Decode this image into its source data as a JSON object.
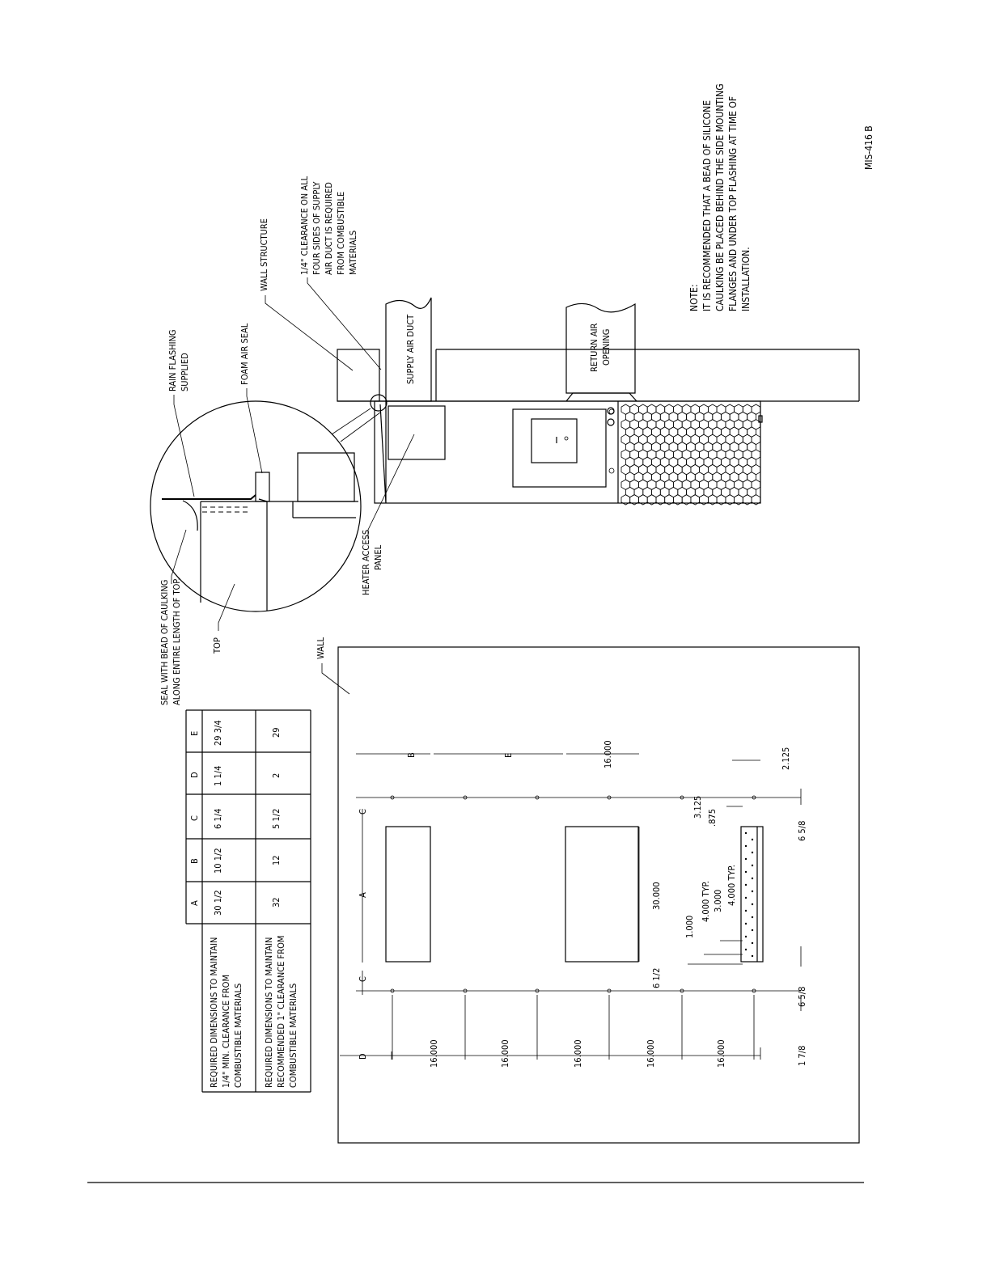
{
  "drawing_id": "MIS-416 B",
  "note": {
    "lines": [
      "NOTE:",
      "IT IS RECOMMENDED THAT A BEAD OF SILICONE",
      "CAULKING BE PLACED BEHIND THE SIDE MOUNTING",
      "FLANGES AND UNDER TOP FLASHING AT TIME OF",
      "INSTALLATION."
    ]
  },
  "callouts": {
    "clearance": [
      "1/4\" CLEARANCE ON ALL",
      "FOUR SIDES OF SUPPLY",
      "AIR DUCT IS REQUIRED",
      "FROM COMBUSTIBLE",
      "MATERIALS"
    ],
    "wall_structure": "WALL STRUCTURE",
    "foam_air_seal": "FOAM AIR SEAL",
    "rain_flashing": [
      "RAIN FLASHING",
      "SUPPLIED"
    ],
    "seal_caulking": [
      "SEAL WITH BEAD OF CAULKING",
      "ALONG ENTIRE LENGTH OF TOP."
    ],
    "top": "TOP",
    "heater_access": [
      "HEATER ACCESS",
      "PANEL"
    ],
    "supply_air_duct": "SUPPLY AIR DUCT",
    "return_air_opening": [
      "RETURN AIR",
      "OPENING"
    ],
    "wall": "WALL"
  },
  "table": {
    "headers": [
      "A",
      "B",
      "C",
      "D",
      "E"
    ],
    "rows": [
      {
        "label": [
          "REQUIRED DIMENSIONS TO MAINTAIN",
          "1/4\" MIN. CLEARANCE FROM",
          "COMBUSTIBLE MATERIALS"
        ],
        "values": [
          "30 1/2",
          "10 1/2",
          "6 1/4",
          "1 1/4",
          "29 3/4"
        ]
      },
      {
        "label": [
          "REQUIRED DIMENSIONS TO MAINTAIN",
          "RECOMMENDED 1\" CLEARANCE FROM",
          "COMBUSTIBLE MATERIALS"
        ],
        "values": [
          "32",
          "12",
          "5 1/2",
          "2",
          "29"
        ]
      }
    ]
  },
  "dimensions": {
    "left_spacings": [
      "16.000",
      "16.000",
      "16.000",
      "16.000",
      "16.000"
    ],
    "bottom_offset": "1 7/8",
    "letter_A": "A",
    "letter_B": "B",
    "letter_C": "C",
    "letter_D": "D",
    "letter_E": "E",
    "dim_30": "30.000",
    "dim_16_top": "16.000",
    "dim_6_1_2": "6 1/2",
    "dim_1_000": "1.000",
    "dim_4_typ_a": "4.000 TYP.",
    "dim_3_000": "3.000",
    "dim_4_typ_b": "4.000 TYP.",
    "dim_875": ".875",
    "dim_3_125": "3.125",
    "dim_2_125": "2.125",
    "dim_6_5_8_a": "6 5/8",
    "dim_6_5_8_b": "6 5/8"
  }
}
